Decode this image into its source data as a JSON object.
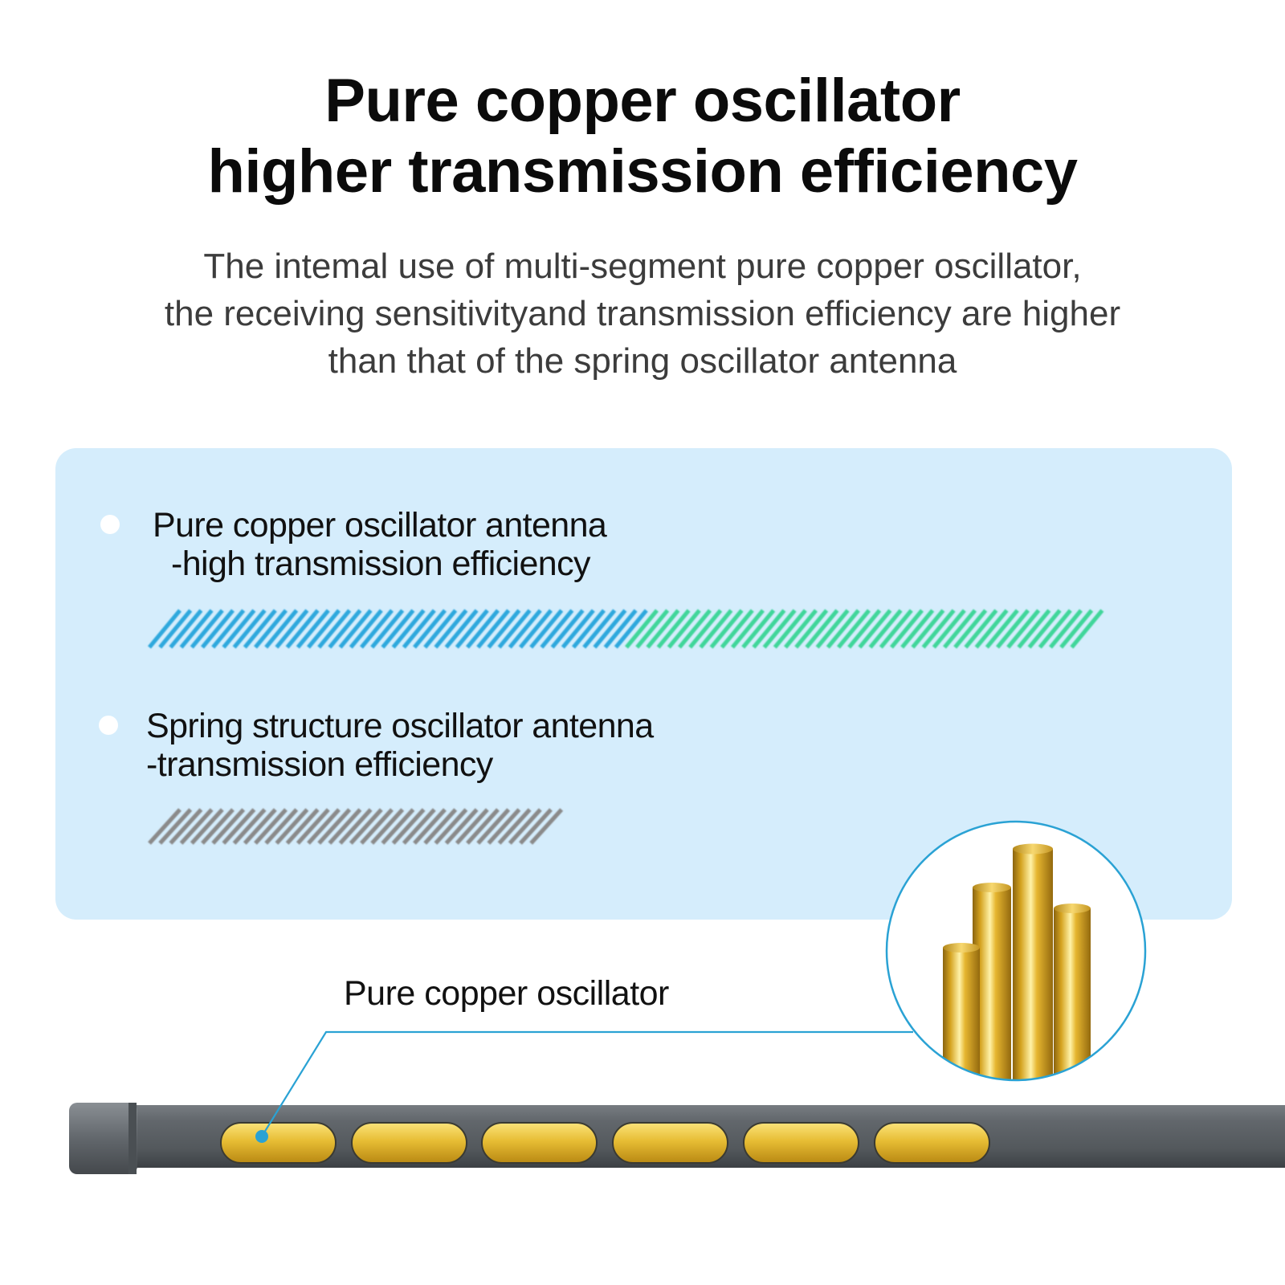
{
  "header": {
    "title_line1": "Pure copper oscillator",
    "title_line2": "higher transmission efficiency",
    "subtitle_line1": "The intemal use of multi-segment pure copper oscillator,",
    "subtitle_line2": "the receiving sensitivityand transmission efficiency are higher",
    "subtitle_line3": "than that of the spring oscillator antenna"
  },
  "comparison": {
    "items": [
      {
        "line1": "Pure copper oscillator antenna",
        "line2": "-high transmission efficiency",
        "bar_colors": [
          "#2fa8dd",
          "#3fd69a"
        ]
      },
      {
        "line1": "Spring structure oscillator antenna",
        "line2": "-transmission efficiency",
        "bar_colors": [
          "#8a8a8a"
        ]
      }
    ]
  },
  "illustration": {
    "callout_label": "Pure copper oscillator",
    "colors": {
      "panel_background": "#d5edfc",
      "antenna_body": "#5c6166",
      "copper": "#e0b52b",
      "callout_line": "#2aa2d4"
    }
  }
}
